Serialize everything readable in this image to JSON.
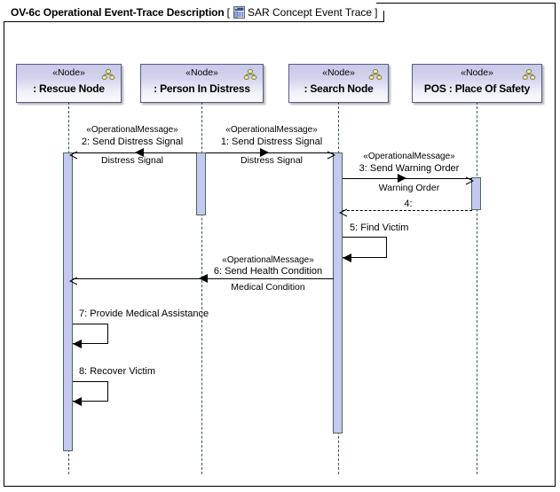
{
  "frame": {
    "title": "OV-6c Operational Event-Trace Description",
    "bracket_open": "[",
    "bracket_close": "]",
    "diagram_name": "SAR Concept Event Trace",
    "icon": "sequence-diagram-icon"
  },
  "lifelines": [
    {
      "id": "rescue",
      "stereotype": "«Node»",
      "name": ": Rescue Node",
      "icon": "deployment-node-icon"
    },
    {
      "id": "person",
      "stereotype": "«Node»",
      "name": ": Person In Distress",
      "icon": "deployment-node-icon"
    },
    {
      "id": "search",
      "stereotype": "«Node»",
      "name": ": Search Node",
      "icon": "deployment-node-icon"
    },
    {
      "id": "pos",
      "stereotype": "«Node»",
      "name": "POS : Place Of Safety",
      "icon": "deployment-node-icon"
    }
  ],
  "messages": [
    {
      "seq": "2",
      "stereotype": "«OperationalMessage»",
      "label": "2: Send Distress Signal",
      "signal": "Distress Signal",
      "from": "person",
      "to": "rescue",
      "kind": "synchronous"
    },
    {
      "seq": "1",
      "stereotype": "«OperationalMessage»",
      "label": "1: Send Distress Signal",
      "signal": "Distress Signal",
      "from": "person",
      "to": "search",
      "kind": "synchronous"
    },
    {
      "seq": "3",
      "stereotype": "«OperationalMessage»",
      "label": "3: Send Warning Order",
      "signal": "Warning Order",
      "from": "search",
      "to": "pos",
      "kind": "synchronous"
    },
    {
      "seq": "4",
      "stereotype": "",
      "label": "4:",
      "signal": "",
      "from": "pos",
      "to": "search",
      "kind": "reply"
    },
    {
      "seq": "5",
      "stereotype": "",
      "label": "5: Find Victim",
      "signal": "",
      "from": "search",
      "to": "search",
      "kind": "self"
    },
    {
      "seq": "6",
      "stereotype": "«OperationalMessage»",
      "label": "6: Send Health Condition",
      "signal": "Medical Condition",
      "from": "search",
      "to": "rescue",
      "kind": "synchronous"
    },
    {
      "seq": "7",
      "stereotype": "",
      "label": "7: Provide Medical Assistance",
      "signal": "",
      "from": "rescue",
      "to": "rescue",
      "kind": "self"
    },
    {
      "seq": "8",
      "stereotype": "",
      "label": "8: Recover Victim",
      "signal": "",
      "from": "rescue",
      "to": "rescue",
      "kind": "self"
    }
  ],
  "colors": {
    "head_fill_top": "#c8c8e8",
    "head_fill_bottom": "#fbfbfe",
    "head_border": "#5a5a8c",
    "activation_fill": "#c3c9f0",
    "activation_border": "#4a6a5a",
    "lifeline_stroke": "#3a5a4a",
    "frame_border": "#000000",
    "node_icon_fill": "#f2f0a8"
  }
}
